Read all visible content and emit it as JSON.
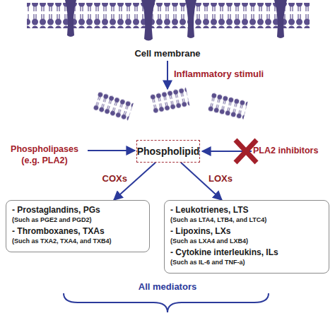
{
  "diagram": {
    "nodes": [
      {
        "text": [
          "Phospholipid"
        ]
      },
      {
        "text": [
          "- Prostaglandins, PGs",
          "(Such as PGE2 and PGD2)",
          "- Thromboxanes, TXAs",
          "(Such as TXA2, TXA4, and TXB4)"
        ]
      },
      {
        "text": [
          "- Leukotrienes, LTS",
          "(Such as LTA4, LTB4, and LTC4)",
          "- Lipoxins, LXs",
          "(Such as LXA4 and LXB4)",
          "- Cytokine interleukins, ILs",
          "(Such as IL-6 and TNF-a)"
        ]
      }
    ],
    "edges": [
      {
        "from": 0,
        "to": 1,
        "label": "COXs",
        "arrow": "to"
      },
      {
        "from": 0,
        "to": 2,
        "label": "LOXs",
        "arrow": "to"
      }
    ],
    "labels": [
      "Cell membrane",
      "Inflammatory stimuli",
      "Phospholipases (e.g. PLA2)",
      "PLA2 inhibitors",
      "All mediators"
    ]
  }
}
